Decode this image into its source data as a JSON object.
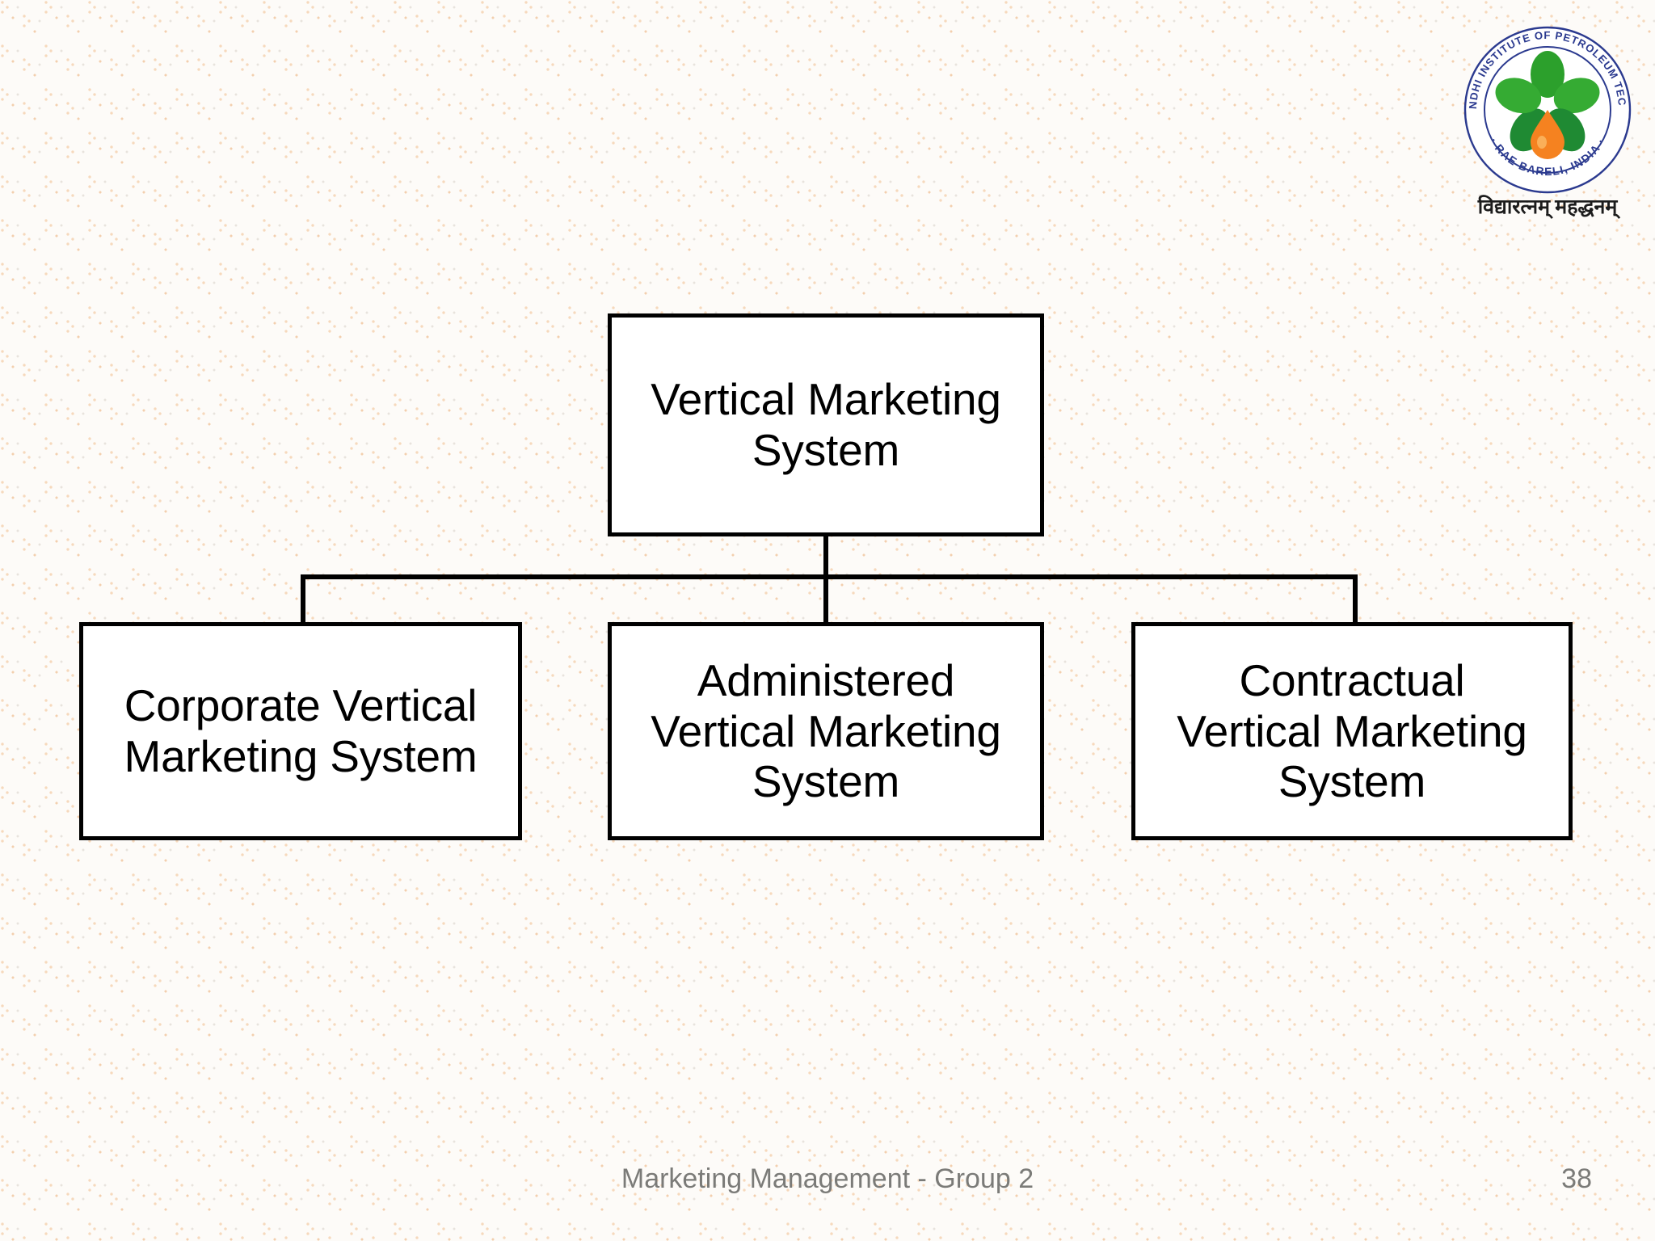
{
  "slide": {
    "page_number": "38",
    "footer_text": "Marketing Management - Group 2",
    "background_color": "#fdfbf8",
    "accent_color": "#f3cfae"
  },
  "logo": {
    "name": "rgipt-logo",
    "ring_text_top": "RAJIV GANDHI INSTITUTE OF PETROLEUM TECHNOLOGY",
    "ring_text_bottom": "· RAE BARELI, INDIA ·",
    "motto": "विद्यारत्नम् महद्धनम्",
    "petal_color": "#2ca02c",
    "petal_color_dark": "#1f8a33",
    "drop_color": "#f58220",
    "ring_color": "#2b3a8f"
  },
  "chart_data": {
    "type": "diagram",
    "title": "Vertical Marketing System",
    "layout": "org-chart",
    "nodes": [
      {
        "id": "root",
        "label": "Vertical Marketing\nSystem",
        "level": 0
      },
      {
        "id": "corporate",
        "label": "Corporate Vertical\nMarketing System",
        "level": 1
      },
      {
        "id": "administered",
        "label": "Administered\nVertical Marketing\nSystem",
        "level": 1
      },
      {
        "id": "contractual",
        "label": "Contractual\nVertical Marketing\nSystem",
        "level": 1
      }
    ],
    "edges": [
      {
        "from": "root",
        "to": "corporate"
      },
      {
        "from": "root",
        "to": "administered"
      },
      {
        "from": "root",
        "to": "contractual"
      }
    ],
    "box_fill": "#ffffff",
    "box_border": "#000000",
    "text_color": "#000000"
  }
}
